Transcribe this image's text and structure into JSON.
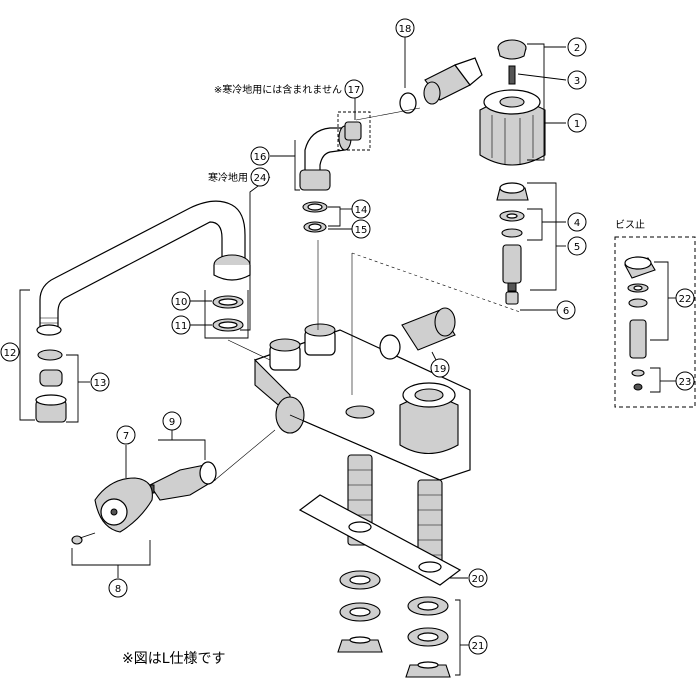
{
  "callouts": [
    "1",
    "2",
    "3",
    "4",
    "5",
    "6",
    "7",
    "8",
    "9",
    "10",
    "11",
    "12",
    "13",
    "14",
    "15",
    "16",
    "17",
    "18",
    "19",
    "20",
    "21",
    "22",
    "23",
    "24"
  ],
  "notes": {
    "cold_excluded": "※寒冷地用には含まれません",
    "cold_region": "寒冷地用",
    "screw_stop": "ビス止"
  },
  "caption": "※図はL仕様です"
}
